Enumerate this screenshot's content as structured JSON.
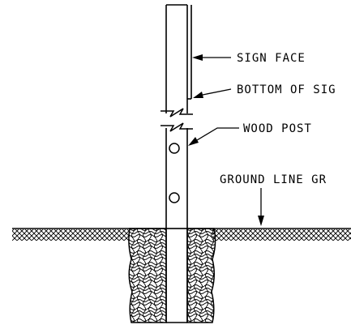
{
  "labels": {
    "sign_face": "SIGN FACE",
    "bottom_of_sign": "BOTTOM OF SIG",
    "wood_post": "WOOD POST",
    "ground_line": "GROUND LINE GR"
  },
  "colors": {
    "line": "#000000",
    "background": "#ffffff"
  },
  "icons": {
    "ground_hatch": "diagonal-crosshatch",
    "soil_texture": "woven-fill",
    "break_symbol": "double-slash-break"
  }
}
